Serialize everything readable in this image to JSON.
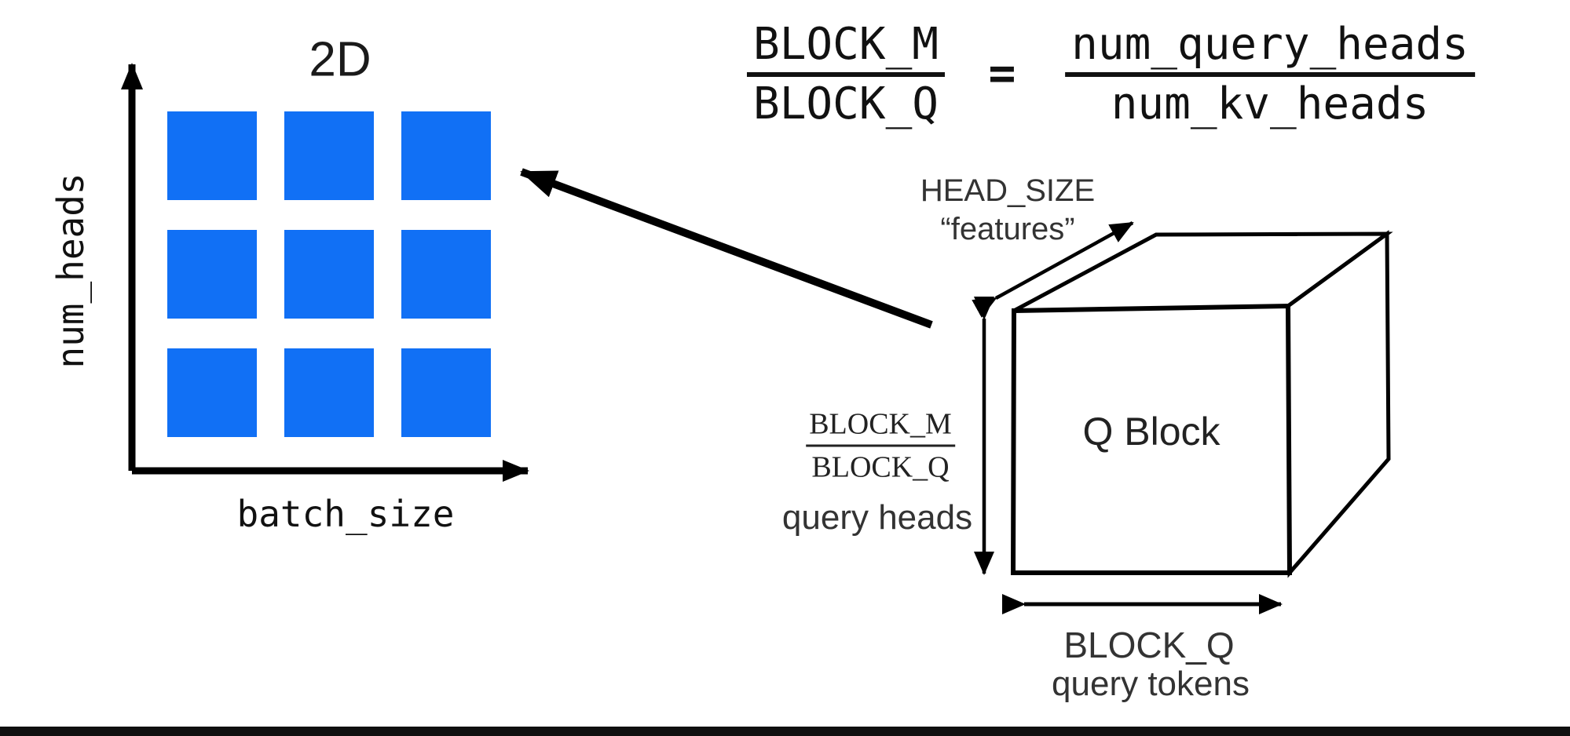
{
  "accent_blue": "#1170F5",
  "left_chart": {
    "title": "2D",
    "y_axis_label": "num_heads",
    "x_axis_label": "batch_size",
    "grid": {
      "rows": 3,
      "cols": 3
    }
  },
  "formula": {
    "lhs_numerator": "BLOCK_M",
    "lhs_denominator": "BLOCK_Q",
    "equals": "=",
    "rhs_numerator": "num_query_heads",
    "rhs_denominator": "num_kv_heads"
  },
  "cube": {
    "label": "Q Block",
    "depth_label_line1": "HEAD_SIZE",
    "depth_label_line2": "“features”",
    "height_numerator": "BLOCK_M",
    "height_denominator": "BLOCK_Q",
    "height_sublabel": "query heads",
    "width_label": "BLOCK_Q",
    "width_sublabel": "query tokens"
  }
}
